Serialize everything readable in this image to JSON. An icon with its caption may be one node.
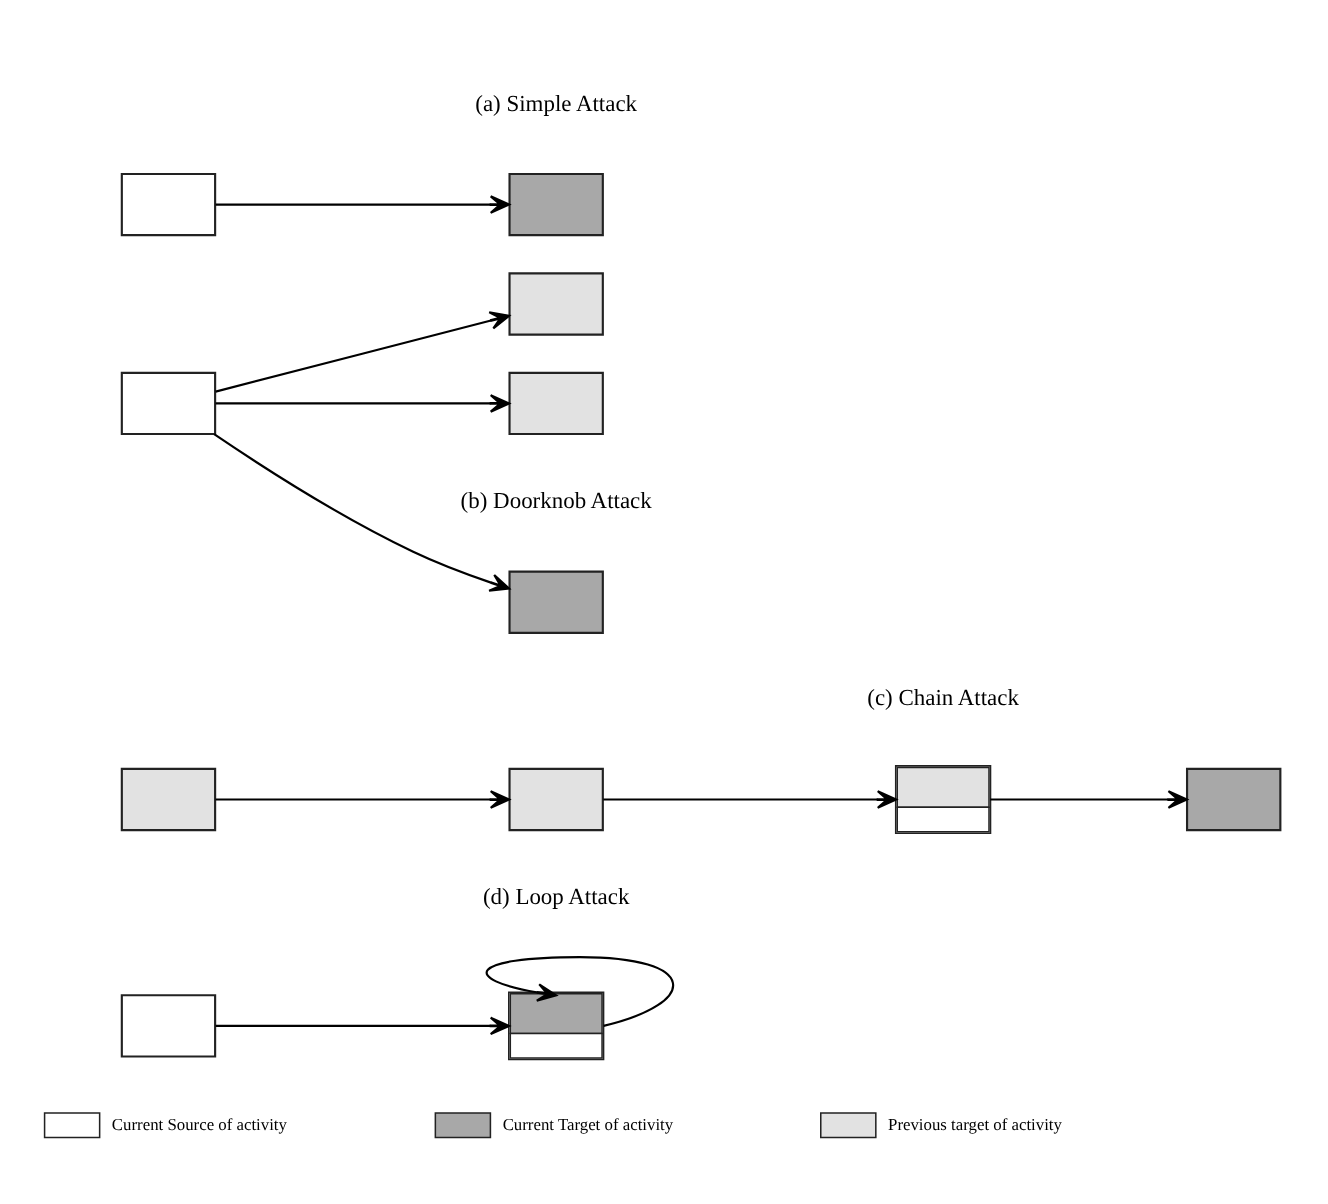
{
  "diagram": {
    "nodes": [
      {
        "text": [],
        "shape": "box"
      },
      {
        "text": [],
        "shape": "box"
      },
      {
        "text": [],
        "shape": "box"
      },
      {
        "text": [],
        "shape": "box"
      },
      {
        "text": [],
        "shape": "box"
      },
      {
        "text": [],
        "shape": "box"
      },
      {
        "text": [],
        "shape": "box"
      },
      {
        "text": [],
        "shape": "box"
      },
      {
        "text": [],
        "shape": "box"
      },
      {
        "text": [],
        "shape": "box"
      },
      {
        "text": [],
        "shape": "box"
      },
      {
        "text": [],
        "shape": "box"
      }
    ],
    "edges": [
      {
        "from": 0,
        "to": 1,
        "arrow": "to"
      },
      {
        "from": 5,
        "to": 2,
        "arrow": "to"
      },
      {
        "from": 5,
        "to": 3,
        "arrow": "to"
      },
      {
        "from": 5,
        "to": 4,
        "arrow": "to"
      },
      {
        "from": 6,
        "to": 7,
        "arrow": "to"
      },
      {
        "from": 7,
        "to": 8,
        "arrow": "to"
      },
      {
        "from": 8,
        "to": 9,
        "arrow": "to"
      },
      {
        "from": 10,
        "to": 11,
        "arrow": "to"
      },
      {
        "from": 11,
        "to": 11,
        "arrow": "to"
      }
    ],
    "labels": [
      "(a) Simple Attack",
      "(b) Doorknob Attack",
      "(c) Chain Attack",
      "(d) Loop Attack"
    ],
    "legend": [
      {
        "text": "Current Source of activity"
      },
      {
        "text": "Current Target of activity"
      },
      {
        "text": "Previous target of activity"
      }
    ]
  }
}
